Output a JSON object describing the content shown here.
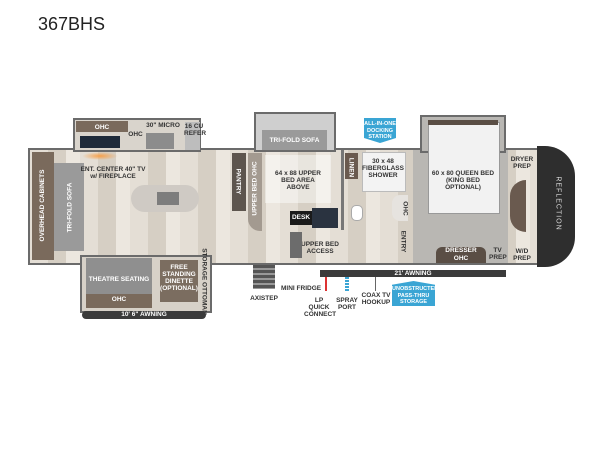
{
  "title": "367BHS",
  "brand": "REFLECTION",
  "colors": {
    "accent_blue": "#3aa5d4",
    "floor": "#ddd6cc",
    "carpet": "#b9b7b3",
    "cabinet": "#7a6a5c",
    "cap": "#2e2e2e"
  },
  "labels": {
    "ohc_kitchen": "OHC",
    "ohc_small": "OHC",
    "micro": "30\" MICRO",
    "refer": "16 CU REFER",
    "ent_center": "ENT. CENTER 40\" TV w/ FIREPLACE",
    "overhead_cabinets": "OVERHEAD CABINETS",
    "trifold_left": "TRI-FOLD SOFA",
    "pantry": "PANTRY",
    "upper_bed_ohc": "UPPER BED OHC",
    "trifold_top": "TRI-FOLD SOFA",
    "upper_bed_area": "64 x 88 UPPER BED AREA ABOVE",
    "desk": "DESK",
    "upper_bed_access": "UPPER BED ACCESS",
    "linen": "LINEN",
    "shower": "30 x 48 FIBERGLASS SHOWER",
    "ohc_bath": "OHC",
    "entry": "ENTRY",
    "bed": "60 x 80 QUEEN BED (KING BED OPTIONAL)",
    "dresser": "DRESSER",
    "ohc_dresser": "OHC",
    "tv_prep": "TV PREP",
    "dryer_prep": "DRYER PREP",
    "wd_prep": "W/D PREP",
    "theatre": "THEATRE SEATING",
    "ohc_theatre": "OHC",
    "dinette": "FREE STANDING DINETTE (OPTIONAL)",
    "ottoman": "STORAGE OTTOMAN",
    "awning_left": "10' 6\" AWNING",
    "awning_right": "21' AWNING",
    "axistep": "AXISTEP",
    "mini_fridge": "MINI FRIDGE",
    "lp": "LP QUICK CONNECT",
    "spray": "SPRAY PORT",
    "coax": "COAX TV HOOKUP",
    "docking": "ALL-IN-ONE DOCKING STATION",
    "pass_thru": "UNOBSTRUCTED PASS-THRU STORAGE"
  }
}
